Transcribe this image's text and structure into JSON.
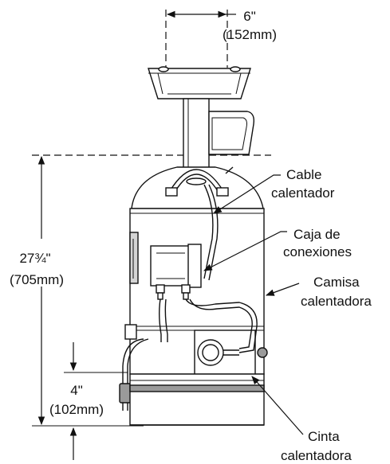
{
  "dimensions": {
    "width_in": "6\"",
    "width_mm": "(152mm)",
    "height_in": "27¾\"",
    "height_mm": "(705mm)",
    "bottom_in": "4\"",
    "bottom_mm": "(102mm)"
  },
  "callouts": {
    "cable_line1": "Cable",
    "cable_line2": "calentador",
    "box_line1": "Caja de",
    "box_line2": "conexiones",
    "jacket_line1": "Camisa",
    "jacket_line2": "calentadora",
    "tape_line1": "Cinta",
    "tape_line2": "calentadora"
  }
}
